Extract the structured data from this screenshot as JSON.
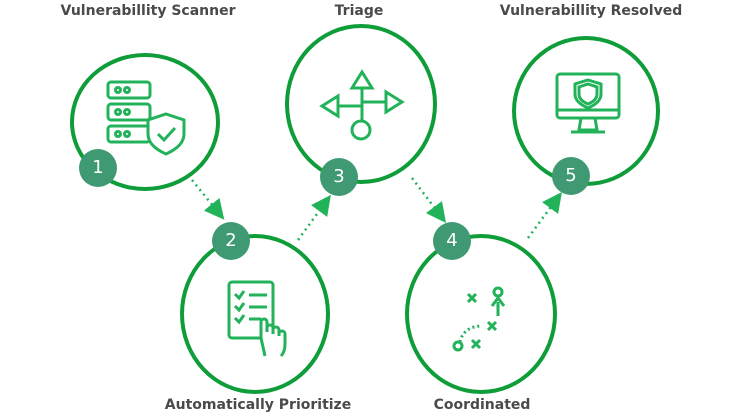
{
  "steps": [
    {
      "number": "1",
      "label": "Vulnerabillity Scanner",
      "icon": "server-shield-icon"
    },
    {
      "number": "2",
      "label": "Automatically Prioritize",
      "icon": "checklist-hand-icon"
    },
    {
      "number": "3",
      "label": "Triage",
      "icon": "arrows-split-icon"
    },
    {
      "number": "4",
      "label": "Coordinated",
      "icon": "strategy-play-icon"
    },
    {
      "number": "5",
      "label": "Vulnerabillity Resolved",
      "icon": "monitor-shield-icon"
    }
  ],
  "colors": {
    "ring": "#0f9d3a",
    "badge": "#3f9a74",
    "icon": "#22b35a",
    "text": "#4a4a4a"
  }
}
